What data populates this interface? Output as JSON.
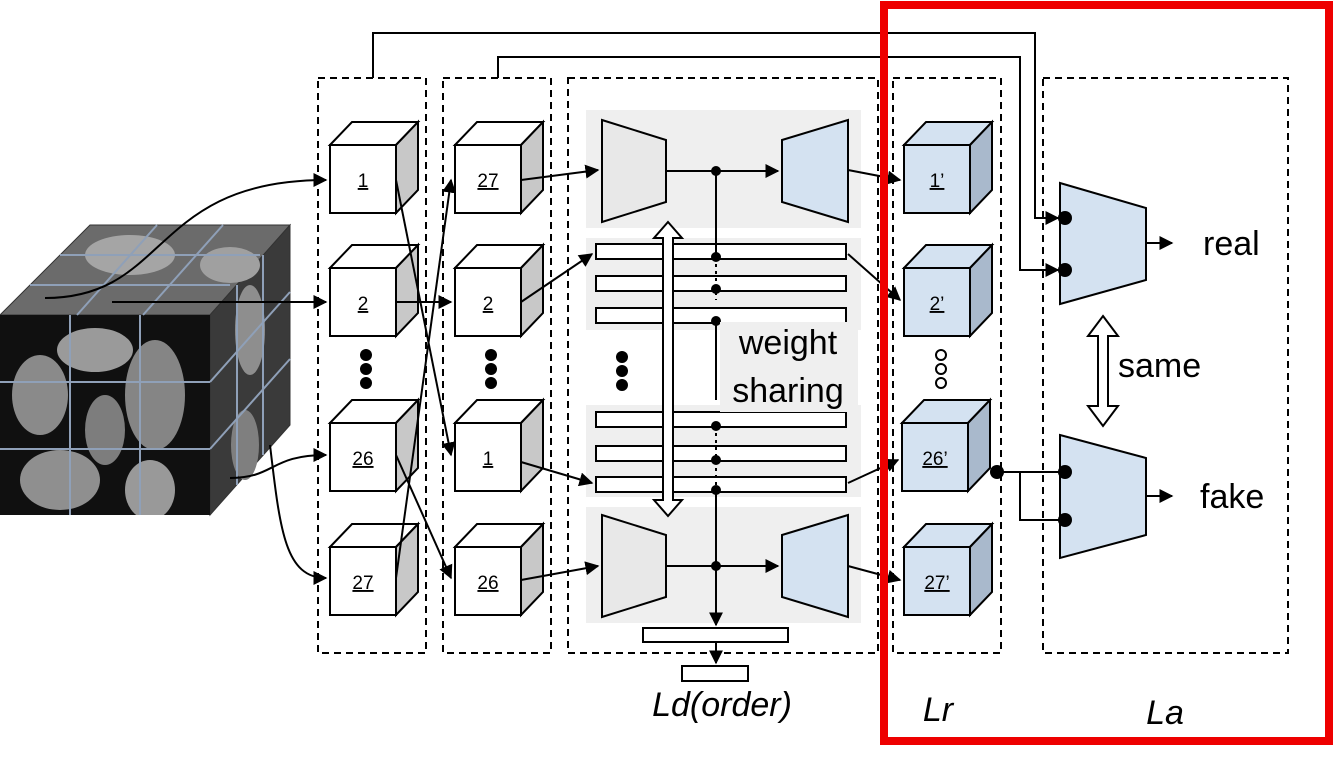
{
  "colors": {
    "accent_red": "#ee0000",
    "decoder_fill": "#d4e2f1",
    "panel_fill": "#efefef",
    "cube_front": "#ffffff",
    "cube_side": "#c8c8c8"
  },
  "column1": {
    "cubes": [
      "1",
      "2",
      "26",
      "27"
    ]
  },
  "column2": {
    "cubes": [
      "27",
      "2",
      "1",
      "26"
    ]
  },
  "column3": {
    "cubes": [
      "1’",
      "2’",
      "26’",
      "27’"
    ]
  },
  "network": {
    "weight_sharing_line1": "weight",
    "weight_sharing_line2": "sharing"
  },
  "discriminator": {
    "real_label": "real",
    "fake_label": "fake",
    "same_label": "same"
  },
  "losses": {
    "ld": "Ld(order)",
    "lr": "Lr",
    "la": "La"
  },
  "icons": [
    "brain-cube-icon",
    "encoder-icon",
    "decoder-icon",
    "discriminator-icon",
    "double-arrow-icon",
    "ellipsis-icon"
  ]
}
